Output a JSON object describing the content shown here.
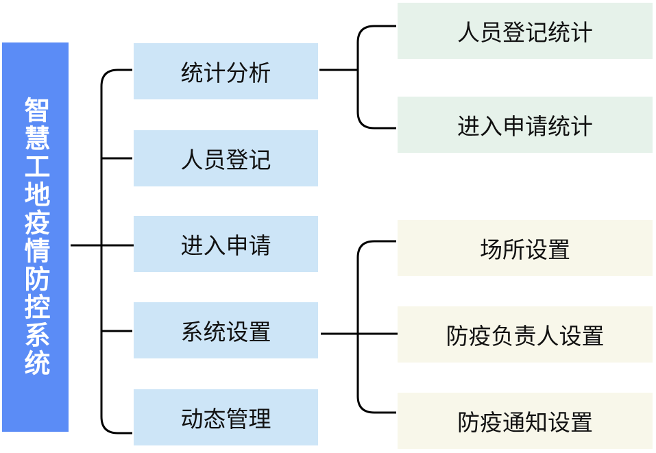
{
  "root": {
    "label": "智慧工地疫情防控系统"
  },
  "modules": [
    {
      "label": "统计分析",
      "children": [
        "人员登记统计",
        "进入申请统计"
      ]
    },
    {
      "label": "人员登记"
    },
    {
      "label": "进入申请"
    },
    {
      "label": "系统设置",
      "children": [
        "场所设置",
        "防疫负责人设置",
        "防疫通知设置"
      ]
    },
    {
      "label": "动态管理"
    }
  ],
  "colors": {
    "root": "#5b8cf6",
    "module": "#cde5f7",
    "stats_children": "#e6f2ea",
    "settings_children": "#f8f7ea"
  }
}
